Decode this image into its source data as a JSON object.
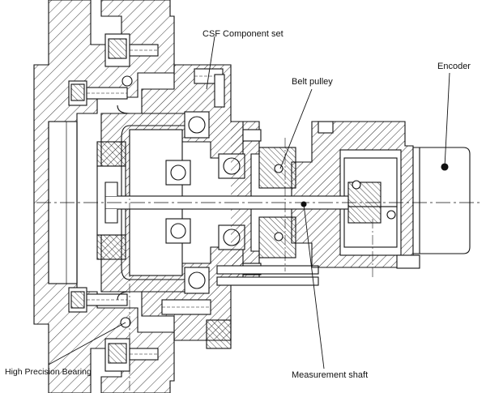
{
  "labels": {
    "csf_component_set": "CSF Component set",
    "belt_pulley": "Belt pulley",
    "encoder": "Encoder",
    "high_precision_bearing": "High Precision Bearing",
    "measurement_shaft": "Measurement shaft"
  },
  "colors": {
    "line": "#111111",
    "background": "#ffffff"
  }
}
